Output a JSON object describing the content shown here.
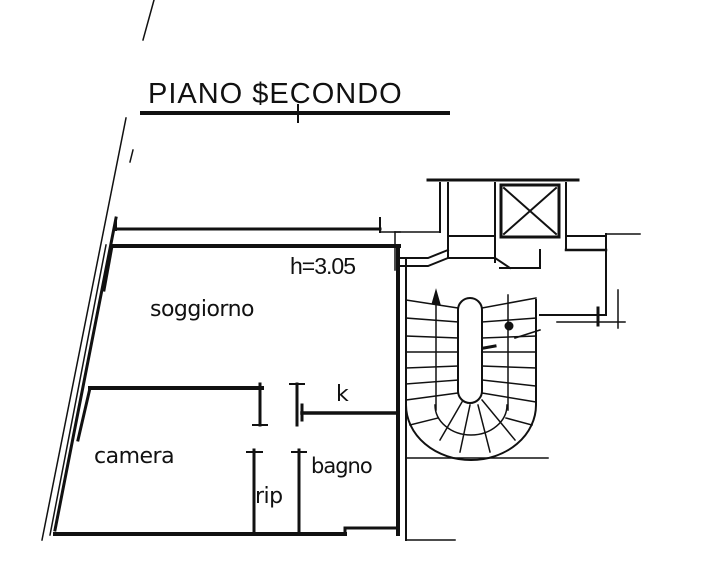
{
  "plan": {
    "title": "PIANO   $ECONDO",
    "ceiling_height": "h=3.05",
    "rooms": {
      "soggiorno": "soggiorno",
      "camera": "camera",
      "bagno": "bagno",
      "ripostiglio": "rip",
      "kitchen": "k"
    },
    "colors": {
      "ink": "#111111",
      "paper": "#ffffff"
    }
  }
}
